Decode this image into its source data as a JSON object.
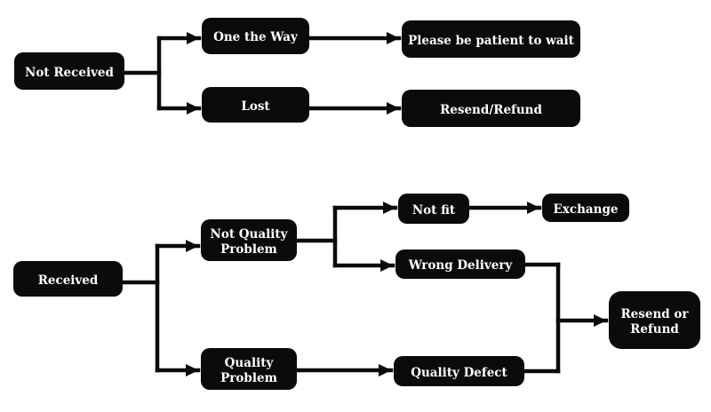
{
  "colors": {
    "background": "#ffffff",
    "node_fill": "#0b0b0b",
    "node_text": "#ffffff",
    "connector": "#0b0b0b"
  },
  "diagram": {
    "nodes": {
      "not_received": {
        "label": "Not Received"
      },
      "one_the_way": {
        "label": "One the Way"
      },
      "please_be_patient": {
        "label": "Please be patient to wait"
      },
      "lost": {
        "label": "Lost"
      },
      "resend_refund": {
        "label": "Resend/Refund"
      },
      "received": {
        "label": "Received"
      },
      "not_quality_problem": {
        "label": "Not Quality\nProblem"
      },
      "quality_problem": {
        "label": "Quality\nProblem"
      },
      "not_fit": {
        "label": "Not fit"
      },
      "exchange": {
        "label": "Exchange"
      },
      "wrong_delivery": {
        "label": "Wrong Delivery"
      },
      "quality_defect": {
        "label": "Quality Defect"
      },
      "resend_or_refund": {
        "label": "Resend or\nRefund"
      }
    },
    "edges": [
      {
        "from": "not_received",
        "to": "one_the_way"
      },
      {
        "from": "not_received",
        "to": "lost"
      },
      {
        "from": "one_the_way",
        "to": "please_be_patient"
      },
      {
        "from": "lost",
        "to": "resend_refund"
      },
      {
        "from": "received",
        "to": "not_quality_problem"
      },
      {
        "from": "received",
        "to": "quality_problem"
      },
      {
        "from": "not_quality_problem",
        "to": "not_fit"
      },
      {
        "from": "not_quality_problem",
        "to": "wrong_delivery"
      },
      {
        "from": "not_fit",
        "to": "exchange"
      },
      {
        "from": "quality_problem",
        "to": "quality_defect"
      },
      {
        "from": "wrong_delivery",
        "to": "resend_or_refund"
      },
      {
        "from": "quality_defect",
        "to": "resend_or_refund"
      }
    ]
  }
}
